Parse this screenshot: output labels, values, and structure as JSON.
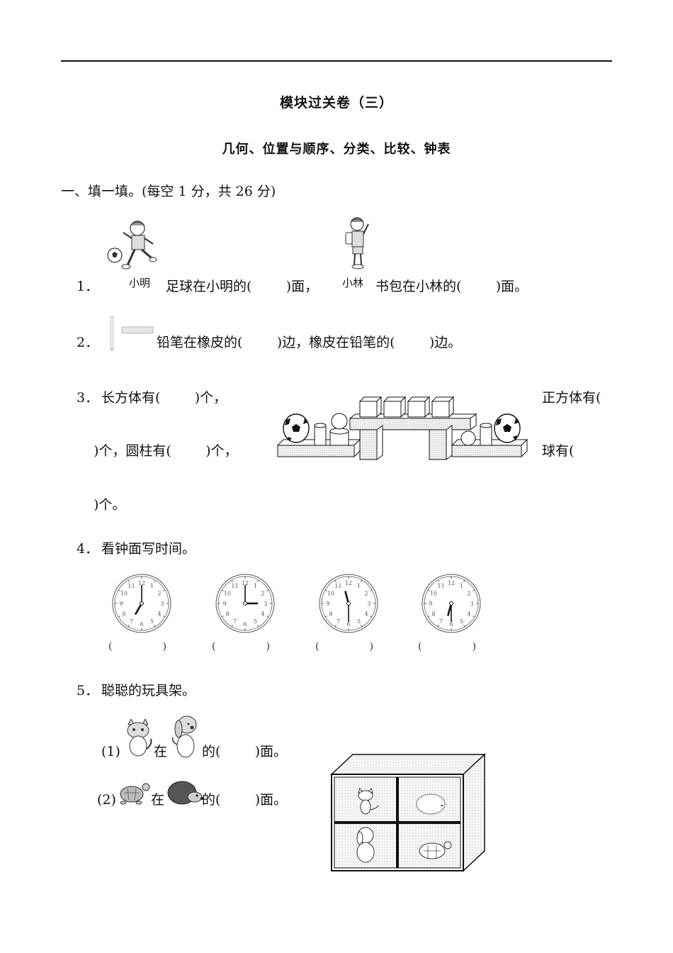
{
  "header": {
    "title": "模块过关卷（三）",
    "subtitle": "几何、位置与顺序、分类、比较、钟表"
  },
  "section1": {
    "heading": "一、填一填。(每空 1 分，共 26 分)",
    "q1": {
      "num": "1．",
      "label_a": "小明",
      "text_a": "足球在小明的(        )面，",
      "label_b": "小林",
      "text_b": "书包在小林的(        )面。"
    },
    "q2": {
      "num": "2．",
      "text": "铅笔在橡皮的(        )边，橡皮在铅笔的(        )边。"
    },
    "q3": {
      "num": "3．",
      "line1_left": "长方体有(        )个，",
      "line1_right": "正方体有(",
      "line2_left": ")个，圆柱有(        )个，",
      "line2_right": "球有(",
      "line3": ")个。"
    },
    "q4": {
      "num": "4．",
      "text": "看钟面写时间。",
      "clocks": [
        {
          "hour": 7,
          "minute": 0
        },
        {
          "hour": 3,
          "minute": 0
        },
        {
          "hour": 11,
          "minute": 30
        },
        {
          "hour": 6,
          "minute": 30
        }
      ],
      "answer_blank": "(                )"
    },
    "q5": {
      "num": "5．",
      "text": "聪聪的玩具架。",
      "sub1_num": "(1)",
      "sub1_in": "在",
      "sub1_tail": "的(        )面。",
      "sub2_num": "(2)",
      "sub2_in": "在",
      "sub2_tail": "的(        )面。"
    }
  }
}
